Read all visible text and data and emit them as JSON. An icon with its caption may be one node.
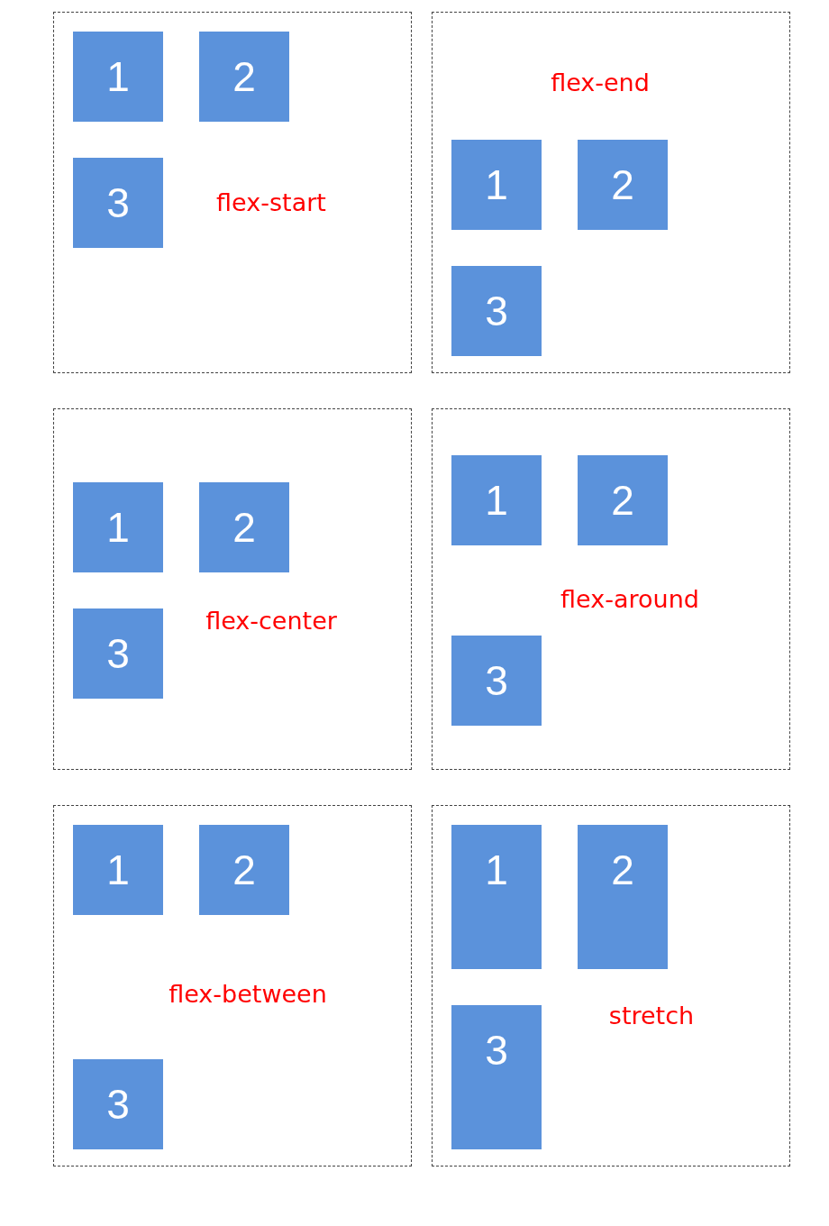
{
  "diagram": {
    "nodes": [
      {
        "text": [
          "flex-start"
        ]
      },
      {
        "text": [
          "1"
        ],
        "in": 0
      },
      {
        "text": [
          "2"
        ],
        "in": 0
      },
      {
        "text": [
          "3"
        ],
        "in": 0
      },
      {
        "text": [
          "flex-end"
        ]
      },
      {
        "text": [
          "1"
        ],
        "in": 4
      },
      {
        "text": [
          "2"
        ],
        "in": 4
      },
      {
        "text": [
          "3"
        ],
        "in": 4
      },
      {
        "text": [
          "flex-center"
        ]
      },
      {
        "text": [
          "1"
        ],
        "in": 8
      },
      {
        "text": [
          "2"
        ],
        "in": 8
      },
      {
        "text": [
          "3"
        ],
        "in": 8
      },
      {
        "text": [
          "flex-around"
        ]
      },
      {
        "text": [
          "1"
        ],
        "in": 12
      },
      {
        "text": [
          "2"
        ],
        "in": 12
      },
      {
        "text": [
          "3"
        ],
        "in": 12
      },
      {
        "text": [
          "flex-between"
        ]
      },
      {
        "text": [
          "1"
        ],
        "in": 16
      },
      {
        "text": [
          "2"
        ],
        "in": 16
      },
      {
        "text": [
          "3"
        ],
        "in": 16
      },
      {
        "text": [
          "stretch"
        ]
      },
      {
        "text": [
          "1"
        ],
        "in": 20
      },
      {
        "text": [
          "2"
        ],
        "in": 20
      },
      {
        "text": [
          "3"
        ],
        "in": 20
      }
    ]
  }
}
